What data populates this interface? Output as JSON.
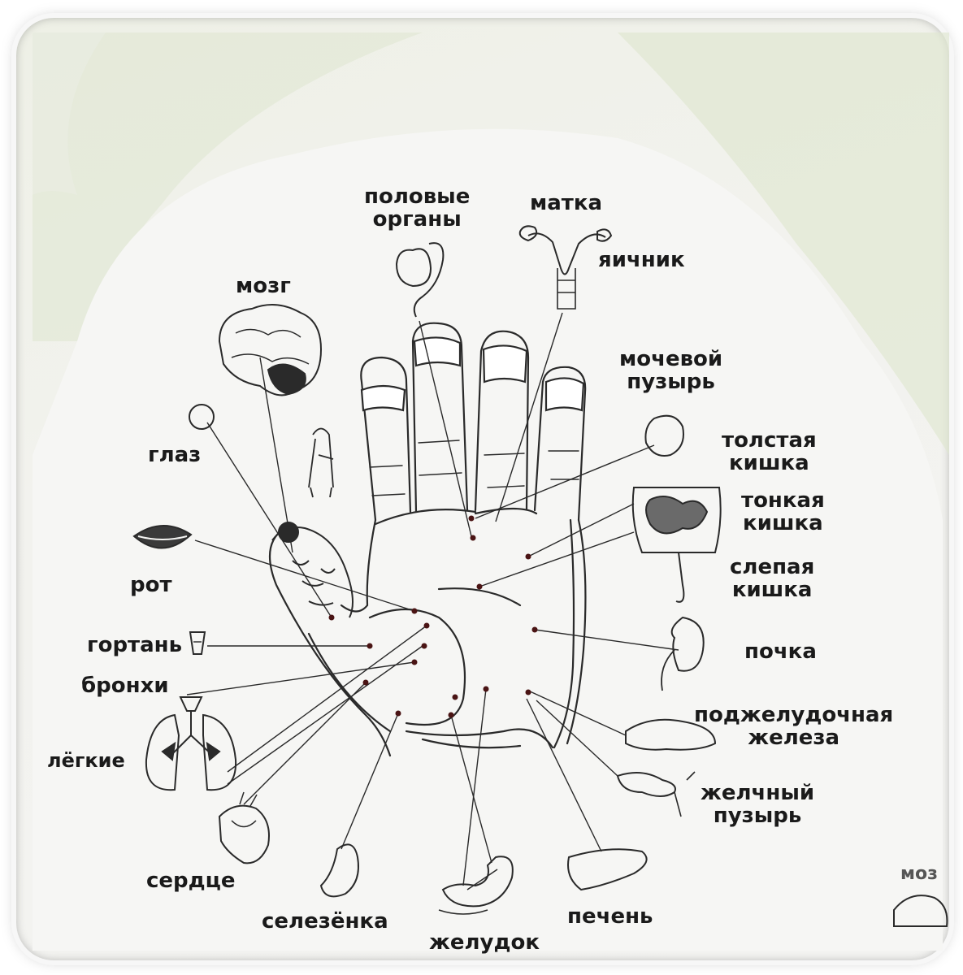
{
  "labels": {
    "genitals": [
      "половые",
      "органы"
    ],
    "uterus": "матка",
    "ovary": "яичник",
    "brain": "мозг",
    "bladder": [
      "мочевой",
      "пузырь"
    ],
    "colon": [
      "толстая",
      "кишка"
    ],
    "small_intestine": [
      "тонкая",
      "кишка"
    ],
    "cecum": [
      "слепая",
      "кишка"
    ],
    "eye": "глаз",
    "mouth": "рот",
    "larynx": "гортань",
    "bronchi": "бронхи",
    "lungs": "лёгкие",
    "kidney": "почка",
    "pancreas": [
      "поджелудочная",
      "железа"
    ],
    "gallbladder": [
      "желчный",
      "пузырь"
    ],
    "heart": "сердце",
    "spleen": "селезёнка",
    "stomach": "желудок",
    "liver": "печень",
    "corner_fragment": "моз"
  },
  "colors": {
    "ink": "#1a1a1a",
    "line": "#2a2a2a",
    "dot": "#4a1414",
    "frame_bg": "#f2f2ee",
    "tint": "#dfe6cf"
  }
}
